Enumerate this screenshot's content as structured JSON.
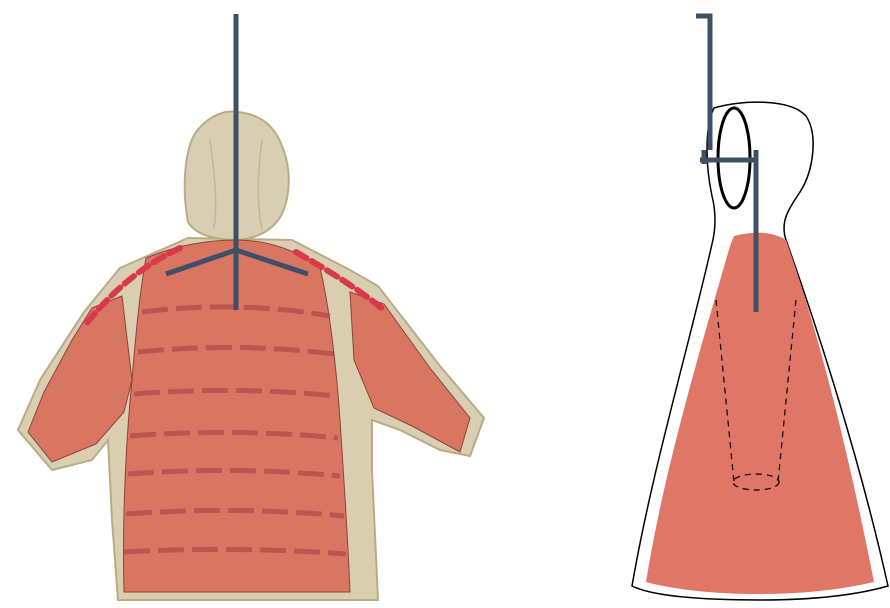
{
  "figure": {
    "panels": [
      {
        "id": "photo",
        "description_shown": false,
        "elements": [
          "garment-photo",
          "hanger-rod",
          "shoulder-bar",
          "stitch-lines",
          "shoulder-seam-dashes"
        ]
      },
      {
        "id": "schematic",
        "description_shown": false,
        "elements": [
          "hook",
          "support-ring",
          "hanger-rod",
          "garment-outline",
          "fill-region",
          "inner-cone-dashed"
        ]
      }
    ]
  },
  "colors": {
    "garment_fill": "#d9725e",
    "garment_fill_light": "#e07766",
    "stitch": "#b24a4a",
    "lining": "#d9cfb0",
    "lining_edge": "#b9ab86",
    "hood": "#d8cfb2",
    "rod": "#3f4f66",
    "seam_dash": "#d93a4b",
    "outline": "#000000"
  },
  "icons": {
    "hook": "hook-icon"
  }
}
